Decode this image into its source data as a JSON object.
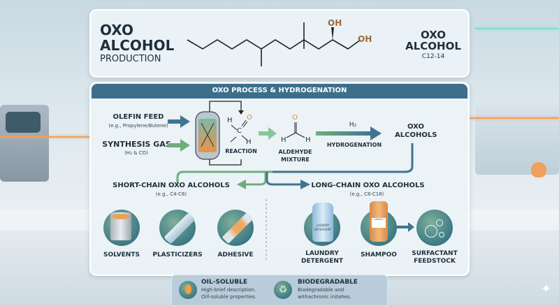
{
  "header": {
    "title_line1": "OXO",
    "title_line2": "ALCOHOL",
    "title_line3": "PRODUCTION",
    "molecule_oh1": "OH",
    "molecule_oh2": "OH",
    "product_line1": "OXO",
    "product_line2": "ALCOHOL",
    "product_range": "C12-14"
  },
  "process": {
    "banner": "OXO PROCESS & HYDROGENATION",
    "olefin_label": "OLEFIN FEED",
    "olefin_sub": "(e.g., Propylene/Butene)",
    "syngas_label": "SYNTHESIS GAS",
    "syngas_sub": "(H₂ & CO)",
    "chem_h1": "H",
    "chem_c": "C",
    "chem_o": "O",
    "chem_h2": "H",
    "reaction_label": "REACTION",
    "ald_o": "O",
    "ald_h1": "H",
    "ald_h2": "H",
    "aldehyde_label1": "ALDEHYDE",
    "aldehyde_label2": "MIXTURE",
    "h2_label": "H₂",
    "hydrogenation_label": "HYDROGENATION",
    "oxo_alcohols1": "OXO",
    "oxo_alcohols2": "ALCOHOLS",
    "short_chain": "SHORT-CHAIN OXO ALCOHOLS",
    "short_sub": "(e.g., C4-C6)",
    "long_chain": "LONG-CHAIN OXO ALCOHOLS",
    "long_sub": "(e.g., C8-C18)"
  },
  "applications": [
    {
      "label": "SOLVENTS",
      "icon": "paint-can-icon"
    },
    {
      "label": "PLASTICIZERS",
      "icon": "tube-icon"
    },
    {
      "label": "ADHESIVE",
      "icon": "glue-tube-icon"
    },
    {
      "label": "LAUNDRY",
      "label2": "DETERGENT",
      "icon": "detergent-bottle-icon",
      "bottle_text1": "LAUNDRY",
      "bottle_text2": "DETERGENT"
    },
    {
      "label": "SHAMPOO",
      "icon": "shampoo-bottle-icon",
      "bottle_text": "GENERIC"
    },
    {
      "label": "SURFACTANT",
      "label2": "FEEDSTOCK",
      "icon": "bubbles-icon"
    }
  ],
  "properties": [
    {
      "title": "OIL-SOLUBLE",
      "desc1": "High-brief description.",
      "desc2": "Oill-soluble properties.",
      "icon": "oil-drop-icon"
    },
    {
      "title": "BIODEGRADABLE",
      "desc1": "Biodegradable and",
      "desc2": "withachronic initahes.",
      "icon": "recycle-icon"
    }
  ],
  "colors": {
    "blue": "#3f7590",
    "green": "#6fae7c",
    "orange": "#e08a3c",
    "dark": "#1f2f3c"
  }
}
